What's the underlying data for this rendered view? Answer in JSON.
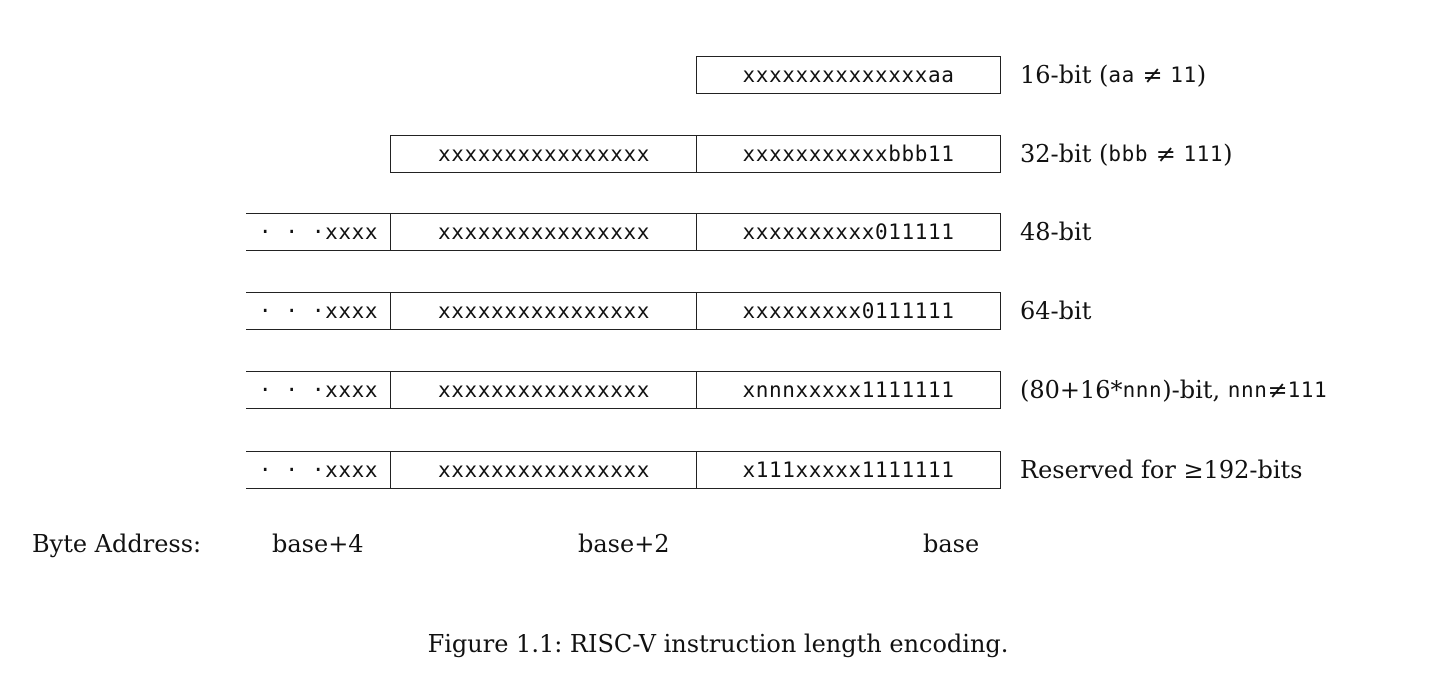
{
  "rows": [
    {
      "field_base": "xxxxxxxxxxxxxxaa",
      "desc": {
        "pre": "16-bit (",
        "m1": "aa",
        "mid": " ≠ ",
        "m2": "11",
        "post": ")"
      }
    },
    {
      "field_base": "xxxxxxxxxxxbbb11",
      "field_mid": "xxxxxxxxxxxxxxxx",
      "desc": {
        "pre": "32-bit (",
        "m1": "bbb",
        "mid": " ≠ ",
        "m2": "111",
        "post": ")"
      }
    },
    {
      "field_base": "xxxxxxxxxx011111",
      "field_mid": "xxxxxxxxxxxxxxxx",
      "field_hi": "· · ·xxxx",
      "desc": {
        "pre": "48-bit"
      }
    },
    {
      "field_base": "xxxxxxxxx0111111",
      "field_mid": "xxxxxxxxxxxxxxxx",
      "field_hi": "· · ·xxxx",
      "desc": {
        "pre": "64-bit"
      }
    },
    {
      "field_base": "xnnnxxxxx1111111",
      "field_mid": "xxxxxxxxxxxxxxxx",
      "field_hi": "· · ·xxxx",
      "desc": {
        "pre": "(80+16*",
        "m1": "nnn",
        "mid": ")-bit, ",
        "m2": "nnn",
        "mid2": "≠",
        "m3": "111"
      }
    },
    {
      "field_base": "x111xxxxx1111111",
      "field_mid": "xxxxxxxxxxxxxxxx",
      "field_hi": "· · ·xxxx",
      "desc": {
        "pre": "Reserved for ≥192-bits"
      }
    }
  ],
  "address": {
    "label": "Byte Address:",
    "plus4": "base+4",
    "plus2": "base+2",
    "base": "base"
  },
  "caption": "Figure 1.1: RISC-V instruction length encoding."
}
